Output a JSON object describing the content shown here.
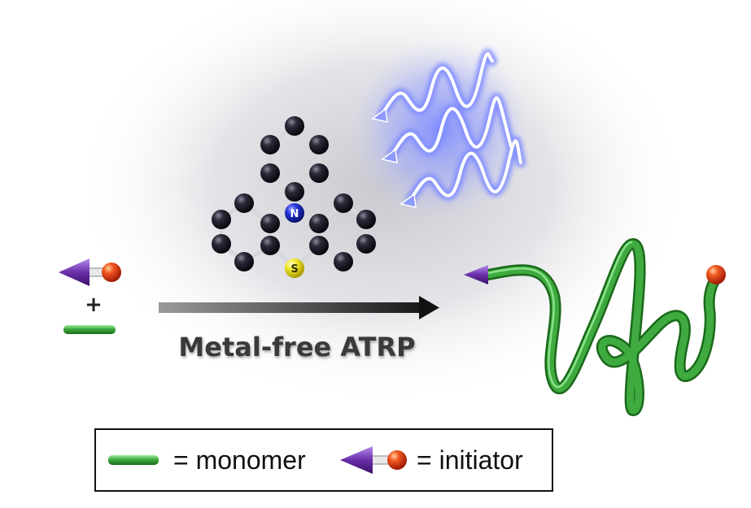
{
  "molecule": {
    "n_label": "N",
    "s_label": "S"
  },
  "reaction": {
    "label": "Metal-free ATRP",
    "plus": "+"
  },
  "legend": {
    "monomer_text": "= monomer",
    "initiator_text": "= initiator"
  },
  "colors": {
    "monomer_green": "#3faa3f",
    "initiator_purple": "#6a2fa8",
    "initiator_red": "#e2461c",
    "nitrogen_blue": "#1f2fd0",
    "sulfur_yellow": "#f0e62a",
    "carbon_black": "#161620",
    "light_blue": "#6f7dff"
  },
  "icons": [
    "light-wave-icon",
    "reaction-arrow-icon",
    "initiator-icon",
    "monomer-icon"
  ]
}
